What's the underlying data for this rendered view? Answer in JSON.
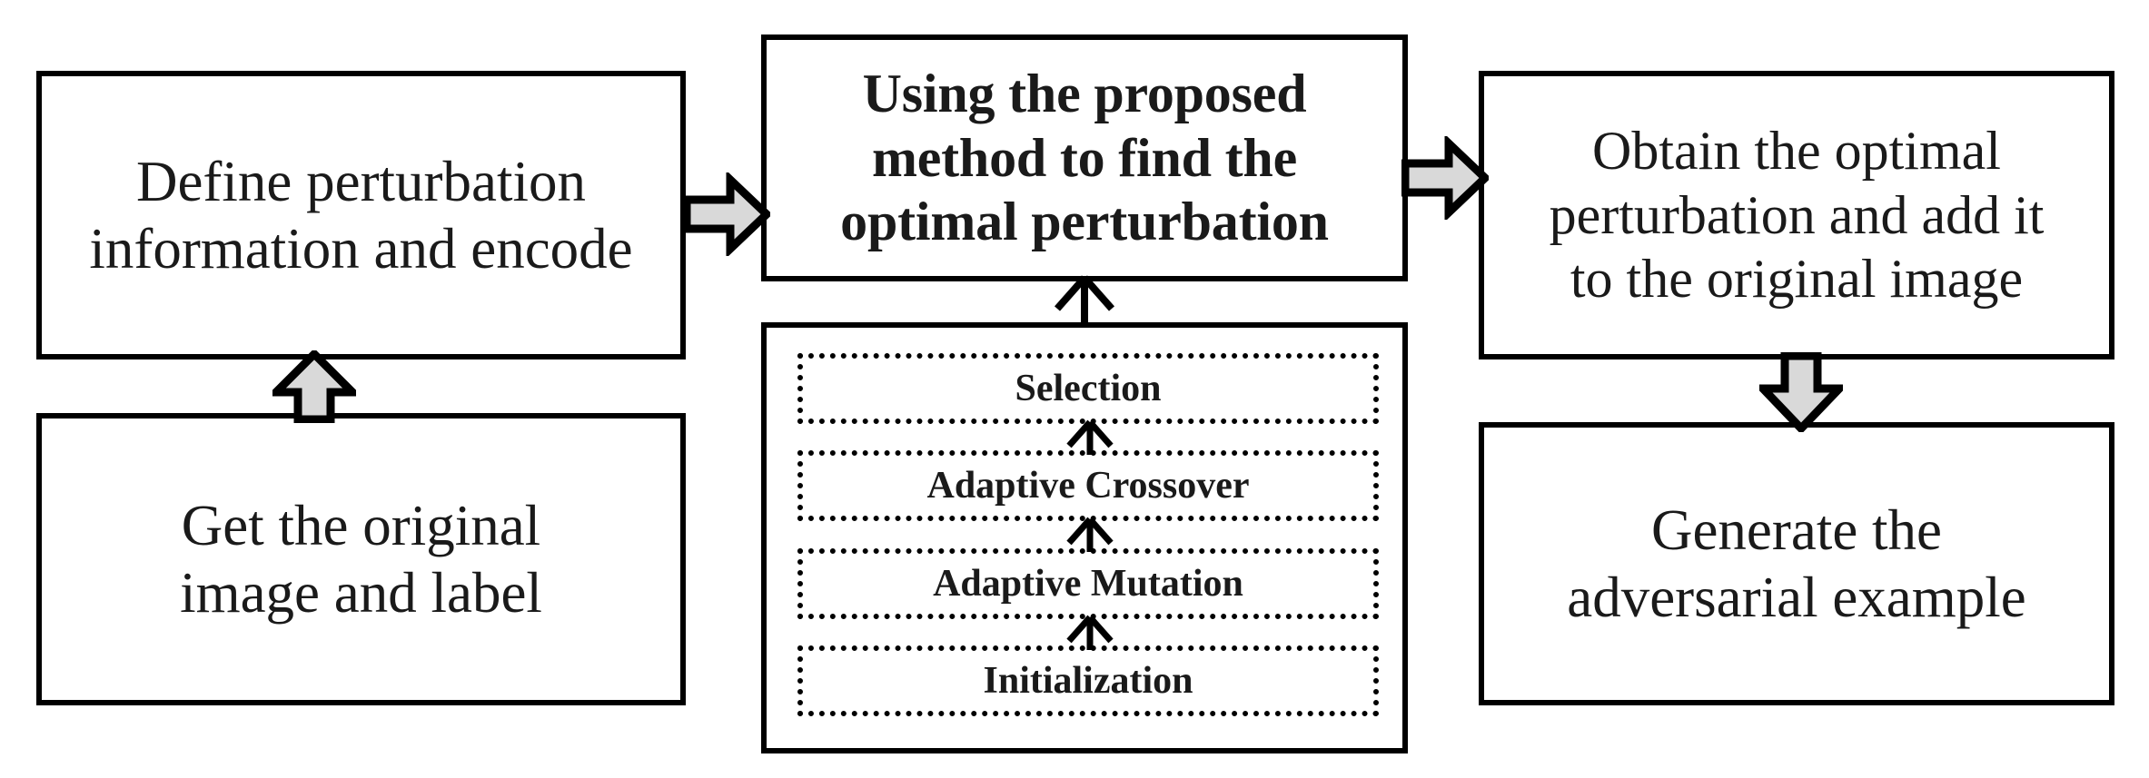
{
  "diagram": {
    "title": "Adversarial example generation flowchart",
    "colors": {
      "stroke": "#000000",
      "background": "#ffffff",
      "arrow_fill": "#d9d9d9",
      "text": "#1a1a1a"
    },
    "boxes": [
      {
        "id": "define",
        "label": "Define perturbation\ninformation and encode",
        "style": "solid",
        "bold": false
      },
      {
        "id": "get-image",
        "label": "Get the original\nimage and label",
        "style": "solid",
        "bold": false
      },
      {
        "id": "method",
        "label": "Using the proposed\nmethod to find the\noptimal perturbation",
        "style": "solid",
        "bold": true
      },
      {
        "id": "obtain",
        "label": "Obtain the optimal\nperturbation and add it\nto the original image",
        "style": "solid",
        "bold": false
      },
      {
        "id": "generate",
        "label": "Generate the\nadversarial example",
        "style": "solid",
        "bold": false
      }
    ],
    "ga_steps": [
      {
        "id": "selection",
        "label": "Selection",
        "style": "dotted"
      },
      {
        "id": "adaptive-crossover",
        "label": "Adaptive Crossover",
        "style": "dotted"
      },
      {
        "id": "adaptive-mutation",
        "label": "Adaptive Mutation",
        "style": "dotted"
      },
      {
        "id": "initialization",
        "label": "Initialization",
        "style": "dotted"
      }
    ],
    "connectors": [
      {
        "id": "get-image-to-define",
        "kind": "block-arrow",
        "direction": "up",
        "name": "arrow-up-getimg-define"
      },
      {
        "id": "define-to-method",
        "kind": "block-arrow",
        "direction": "right",
        "name": "arrow-right-define-method"
      },
      {
        "id": "method-to-obtain",
        "kind": "block-arrow",
        "direction": "right",
        "name": "arrow-right-method-obtain"
      },
      {
        "id": "obtain-to-generate",
        "kind": "block-arrow",
        "direction": "down",
        "name": "arrow-down-obtain-generate"
      },
      {
        "id": "ga-to-method",
        "kind": "line-arrow",
        "direction": "up",
        "name": "arrow-up-ga-method"
      },
      {
        "id": "crossover-to-selection",
        "kind": "line-arrow",
        "direction": "up",
        "name": "arrow-up-crossover-selection"
      },
      {
        "id": "mutation-to-crossover",
        "kind": "line-arrow",
        "direction": "up",
        "name": "arrow-up-mutation-crossover"
      },
      {
        "id": "init-to-mutation",
        "kind": "line-arrow",
        "direction": "up",
        "name": "arrow-up-init-mutation"
      }
    ]
  }
}
